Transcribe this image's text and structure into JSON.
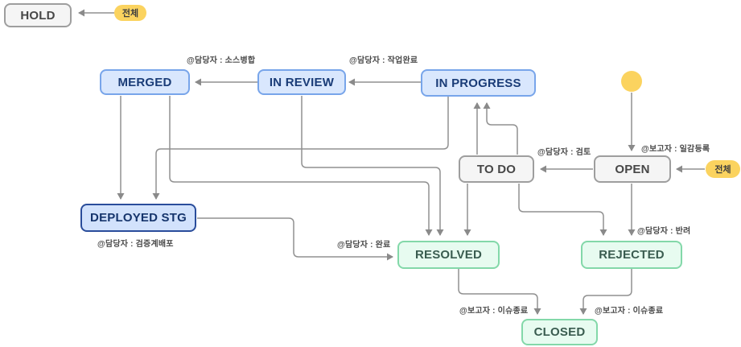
{
  "diagram": {
    "nodes": {
      "hold": {
        "label": "HOLD",
        "style": "gray"
      },
      "merged": {
        "label": "MERGED",
        "style": "blue"
      },
      "in_review": {
        "label": "IN REVIEW",
        "style": "blue"
      },
      "in_progress": {
        "label": "IN PROGRESS",
        "style": "blue"
      },
      "to_do": {
        "label": "TO DO",
        "style": "gray"
      },
      "open": {
        "label": "OPEN",
        "style": "gray"
      },
      "deployed_stg": {
        "label": "DEPLOYED STG",
        "style": "blue-dark"
      },
      "resolved": {
        "label": "RESOLVED",
        "style": "green"
      },
      "rejected": {
        "label": "REJECTED",
        "style": "green"
      },
      "closed": {
        "label": "CLOSED",
        "style": "green"
      }
    },
    "badges": {
      "all_to_hold": {
        "label": "전체"
      },
      "all_to_open": {
        "label": "전체"
      }
    },
    "edge_labels": {
      "source_merge": "@담당자 : 소스병합",
      "work_done": "@담당자 : 작업완료",
      "review": "@담당자 : 검토",
      "issue_register": "@보고자 : 일감등록",
      "reject": "@담당자 : 반려",
      "complete": "@담당자 : 완료",
      "staging_deploy": "@담당자 : 검증계배포",
      "issue_close_left": "@보고자 : 이슈종료",
      "issue_close_right": "@보고자 : 이슈종료"
    },
    "colors": {
      "blue_fill": "#D9E7FD",
      "blue_border": "#78A5EA",
      "blue_dark_border": "#2A4D9B",
      "blue_text": "#1A3C77",
      "gray_fill": "#F5F5F5",
      "gray_border": "#9E9E9E",
      "gray_text": "#474747",
      "green_fill": "#E7FBF0",
      "green_border": "#83D8A9",
      "green_text": "#3A5C50",
      "start_yellow": "#FBD35F",
      "connector_gray": "#909090",
      "label_text": "#4A4A4A"
    }
  }
}
